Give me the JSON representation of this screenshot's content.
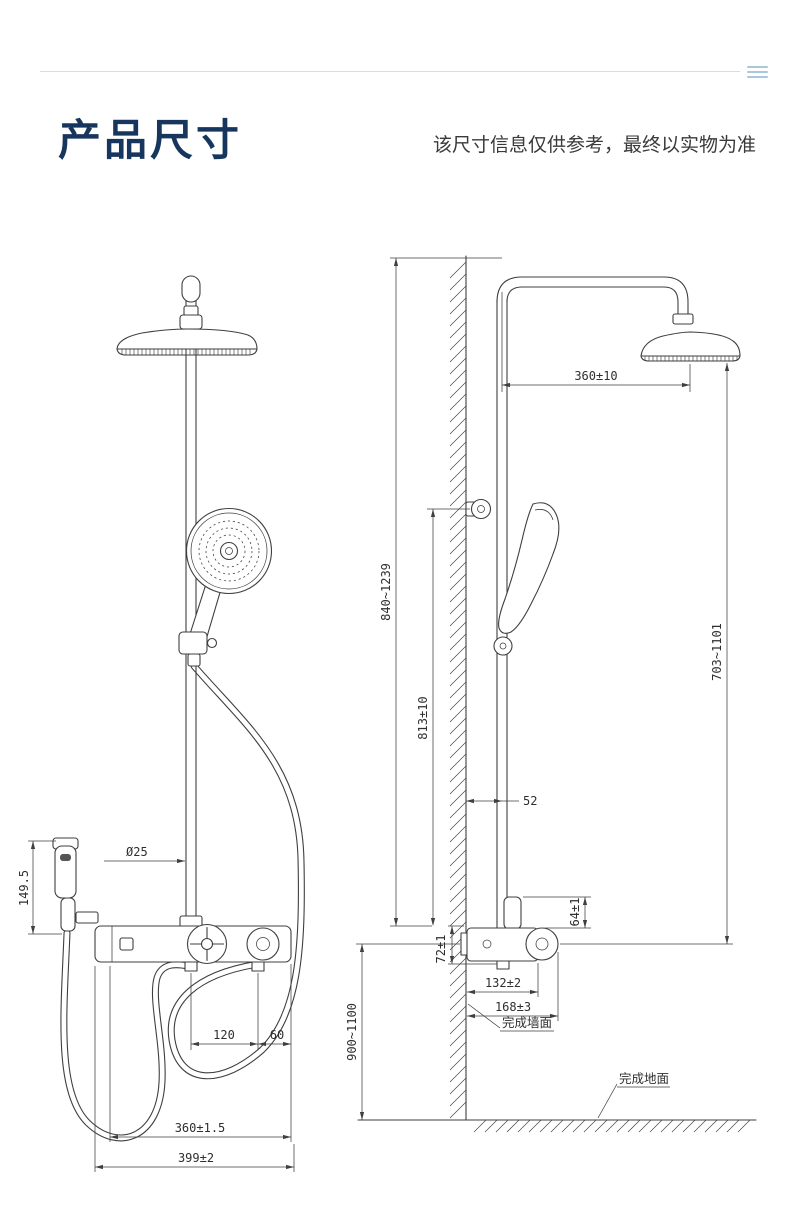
{
  "header": {
    "title": "产品尺寸",
    "subtitle": "该尺寸信息仅供参考，最终以实物为准"
  },
  "colors": {
    "title": "#17365D",
    "body_text": "#3A3A3A",
    "drawing_line": "#3F3F3F",
    "rule_gray": "#DCDCDC",
    "accent_icon_blue": "#A9C7DD",
    "background": "#FFFFFF"
  },
  "drawing": {
    "front_view": {
      "sprayer_height": "149.5",
      "pipe_diameter": "Ø25",
      "outlet_offset": "120",
      "outlet_to_end": "60",
      "inlet_spacing": "360±1.5",
      "overall_width": "399±2"
    },
    "side_view": {
      "head_reach": "360±10",
      "overall_height": "840~1239",
      "riser_height": "813±10",
      "head_to_valve": "703~1101",
      "wall_offset": "52",
      "valve_height": "64±1",
      "valve_depth_drop": "72±1",
      "wall_to_body": "132±2",
      "wall_to_handle": "168±3",
      "install_height": "900~1100"
    },
    "annotations": {
      "finished_wall": "完成墙面",
      "finished_floor": "完成地面"
    }
  }
}
